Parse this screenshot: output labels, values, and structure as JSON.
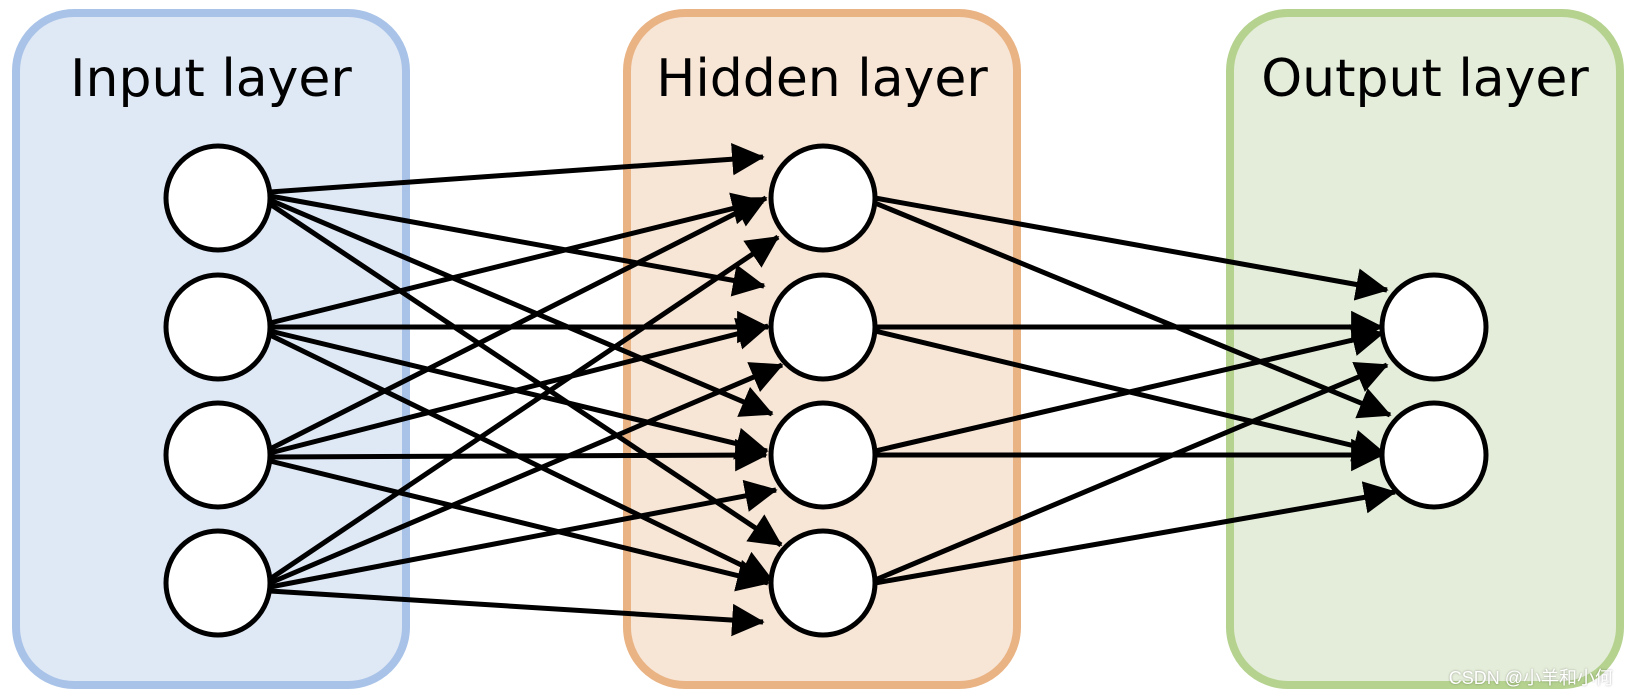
{
  "diagram": {
    "type": "feedforward-neural-network",
    "layers": [
      {
        "id": "input",
        "title": "Input layer",
        "neurons": 4,
        "fill": "#dfe8f5",
        "border": "#a9c3e8"
      },
      {
        "id": "hidden",
        "title": "Hidden layer",
        "neurons": 4,
        "fill": "#f7e5d6",
        "border": "#e9b384"
      },
      {
        "id": "output",
        "title": "Output layer",
        "neurons": 2,
        "fill": "#e4edd9",
        "border": "#b5d28f"
      }
    ],
    "connections": "fully-connected",
    "neuron_fill": "#ffffff",
    "stroke_color": "#000000"
  },
  "watermark": {
    "text": "CSDN @小羊和小何"
  }
}
